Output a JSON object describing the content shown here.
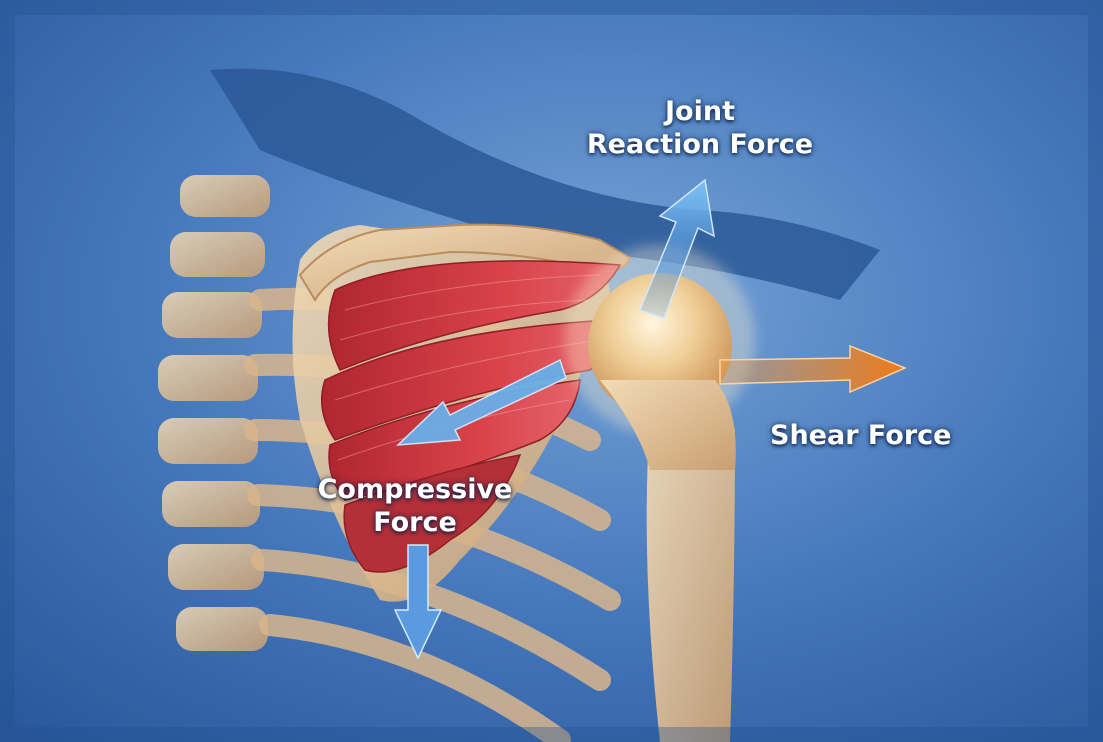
{
  "labels": {
    "joint_reaction_line1": "Joint",
    "joint_reaction_line2": "Reaction Force",
    "shear": "Shear Force",
    "compressive_line1": "Compressive",
    "compressive_line2": "Force"
  },
  "colors": {
    "background": "#2b5ea6",
    "muscle": "#c8323c",
    "bone": "#e6c9a2",
    "blue_arrow": "#5fa8e6",
    "orange_arrow": "#f08a2a"
  },
  "icons": [
    "shoulder-anatomy-illustration",
    "arrow-up-right-icon",
    "arrow-right-icon",
    "arrow-down-left-icon",
    "arrow-down-icon"
  ]
}
